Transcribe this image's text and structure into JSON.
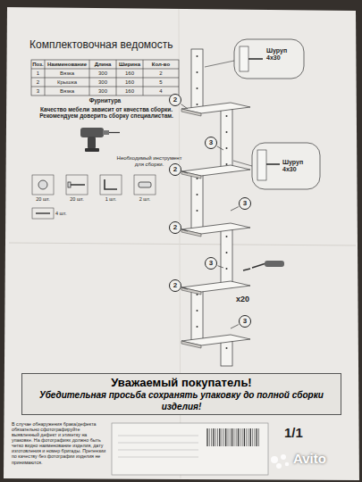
{
  "diagram": {
    "title": "Комплектовочная ведомость",
    "nodes": [
      {
        "text": [
          "2"
        ]
      },
      {
        "text": [
          "3"
        ]
      },
      {
        "text": [
          "2"
        ]
      },
      {
        "text": [
          "3"
        ]
      },
      {
        "text": [
          "2"
        ]
      },
      {
        "text": [
          "3"
        ]
      },
      {
        "text": [
          "2"
        ]
      },
      {
        "text": [
          "3"
        ]
      },
      {
        "text": [
          "Уважаемый покупатель!",
          "Убедительная просьба сохранять упаковку до полной сборки изделия!"
        ]
      }
    ],
    "labels": [
      "Поз.",
      "Наименование",
      "Длина",
      "Ширина",
      "Кол-во",
      "1",
      "Вязка",
      "300",
      "160",
      "2",
      "2",
      "Крышка",
      "300",
      "160",
      "5",
      "3",
      "Вязка",
      "300",
      "160",
      "4",
      "Фурнитура",
      "Качество мебели зависит от качества сборки. Рекомендуем доверить сборку специалистам.",
      "Необходимый инструмент для сборки.",
      "20 шт.",
      "20 шт.",
      "1 шт.",
      "2 шт.",
      "4 шт.",
      "Шуруп 4х30",
      "Шуруп 4х30",
      "x20",
      "В случае обнаружения брака/дефекта обязательно сфотографируйте выявленный дефект и этикетку на упаковке. На фотографиях должно быть четко видно наименование изделия, дату изготовления и номер бригады. Претензии по качеству без фотографии изделия не принимаются.",
      "1/1",
      "Avito"
    ]
  }
}
